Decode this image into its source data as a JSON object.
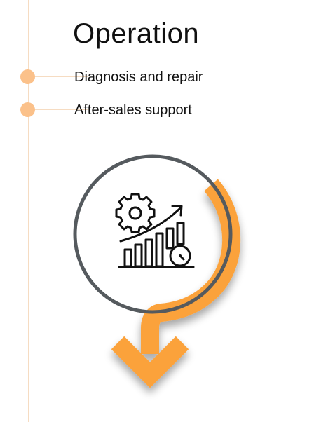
{
  "title": "Operation",
  "items": [
    {
      "label": "Diagnosis and repair"
    },
    {
      "label": "After-sales support"
    }
  ],
  "colors": {
    "accent_orange": "#fba23a",
    "bullet_orange": "#fbc18a",
    "timeline_line": "#f6dcc2",
    "ring_gray": "#555a5e",
    "icon_black": "#111111"
  },
  "icons": {
    "center": "gear-chart-gauge-icon",
    "arrow": "down-arrow-icon"
  }
}
